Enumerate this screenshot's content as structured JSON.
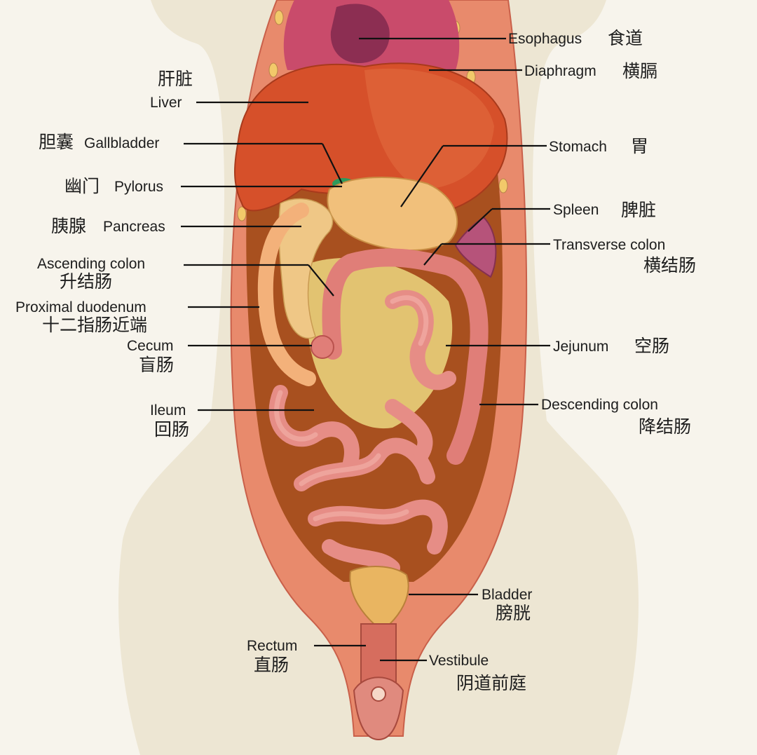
{
  "colors": {
    "background": "#f7f4ec",
    "silhouette": "#ede6d3",
    "body_wall": "#e88a6c",
    "cavity": "#a8501f",
    "liver": "#d6502a",
    "stomach": "#f1c07b",
    "intestine": "#e68d86",
    "lungs": "#c94b6b",
    "spleen": "#b6537a",
    "bladder": "#e9b561",
    "leader": "#111111"
  },
  "labels": {
    "esophagus": {
      "en": "Esophagus",
      "zh": "食道"
    },
    "diaphragm": {
      "en": "Diaphragm",
      "zh": "横膈"
    },
    "liver": {
      "en": "Liver",
      "zh": "肝脏"
    },
    "gallbladder": {
      "en": "Gallbladder",
      "zh": "胆囊"
    },
    "stomach": {
      "en": "Stomach",
      "zh": "胃"
    },
    "pylorus": {
      "en": "Pylorus",
      "zh": "幽门"
    },
    "spleen": {
      "en": "Spleen",
      "zh": "脾脏"
    },
    "pancreas": {
      "en": "Pancreas",
      "zh": "胰腺"
    },
    "transverse_colon": {
      "en": "Transverse colon",
      "zh": "横结肠"
    },
    "ascending_colon": {
      "en": "Ascending colon",
      "zh": "升结肠"
    },
    "proximal_duodenum": {
      "en": "Proximal duodenum",
      "zh": "十二指肠近端"
    },
    "cecum": {
      "en": "Cecum",
      "zh": "盲肠"
    },
    "jejunum": {
      "en": "Jejunum",
      "zh": "空肠"
    },
    "descending_colon": {
      "en": "Descending colon",
      "zh": "降结肠"
    },
    "ileum": {
      "en": "Ileum",
      "zh": "回肠"
    },
    "bladder": {
      "en": "Bladder",
      "zh": "膀胱"
    },
    "rectum": {
      "en": "Rectum",
      "zh": "直肠"
    },
    "vestibule": {
      "en": "Vestibule",
      "zh": "阴道前庭"
    }
  }
}
